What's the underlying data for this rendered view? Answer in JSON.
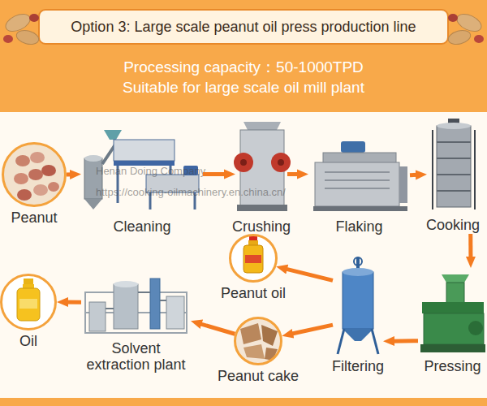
{
  "diagram": {
    "title": "Option 3: Large scale peanut oil press production line",
    "nodes": [
      {
        "text": [
          "Peanut"
        ]
      },
      {
        "text": [
          "Cleaning"
        ]
      },
      {
        "text": [
          "Crushing"
        ]
      },
      {
        "text": [
          "Flaking"
        ]
      },
      {
        "text": [
          "Cooking"
        ]
      },
      {
        "text": [
          "Pressing"
        ]
      },
      {
        "text": [
          "Filtering"
        ]
      },
      {
        "text": [
          "Peanut oil"
        ]
      },
      {
        "text": [
          "Peanut cake"
        ]
      },
      {
        "text": [
          "Solvent extraction plant"
        ]
      },
      {
        "text": [
          "Oil"
        ]
      }
    ],
    "edges": [
      {
        "from": 0,
        "to": 1,
        "arrow": "to"
      },
      {
        "from": 1,
        "to": 2,
        "arrow": "to"
      },
      {
        "from": 2,
        "to": 3,
        "arrow": "to"
      },
      {
        "from": 3,
        "to": 4,
        "arrow": "to"
      },
      {
        "from": 4,
        "to": 5,
        "arrow": "to"
      },
      {
        "from": 5,
        "to": 6,
        "arrow": "to"
      },
      {
        "from": 6,
        "to": 7,
        "arrow": "to"
      },
      {
        "from": 6,
        "to": 8,
        "arrow": "to"
      },
      {
        "from": 8,
        "to": 9,
        "arrow": "to"
      },
      {
        "from": 9,
        "to": 10,
        "arrow": "to"
      }
    ],
    "labels": [
      "Processing capacity：50-1000TPD",
      "Suitable for large scale oil mill plant",
      "Henan Doing Company",
      "https://cooking-oilmachinery.en.china.cn/"
    ]
  }
}
